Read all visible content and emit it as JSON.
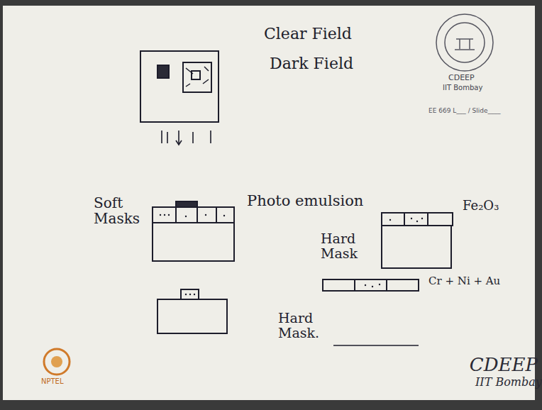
{
  "diagram": {
    "labels": [
      "Clear Field",
      "Dark Field",
      "Soft Masks",
      "Photo emulsion",
      "Hard Mask",
      "Fe₂O₃",
      "Cr + Ni + Au",
      "Hard Mask.",
      "CDEEP",
      "IIT Bombay",
      "EE 669 L___ / Slide____",
      "CDEEP",
      "IIT Bombay",
      "NPTEL"
    ]
  }
}
